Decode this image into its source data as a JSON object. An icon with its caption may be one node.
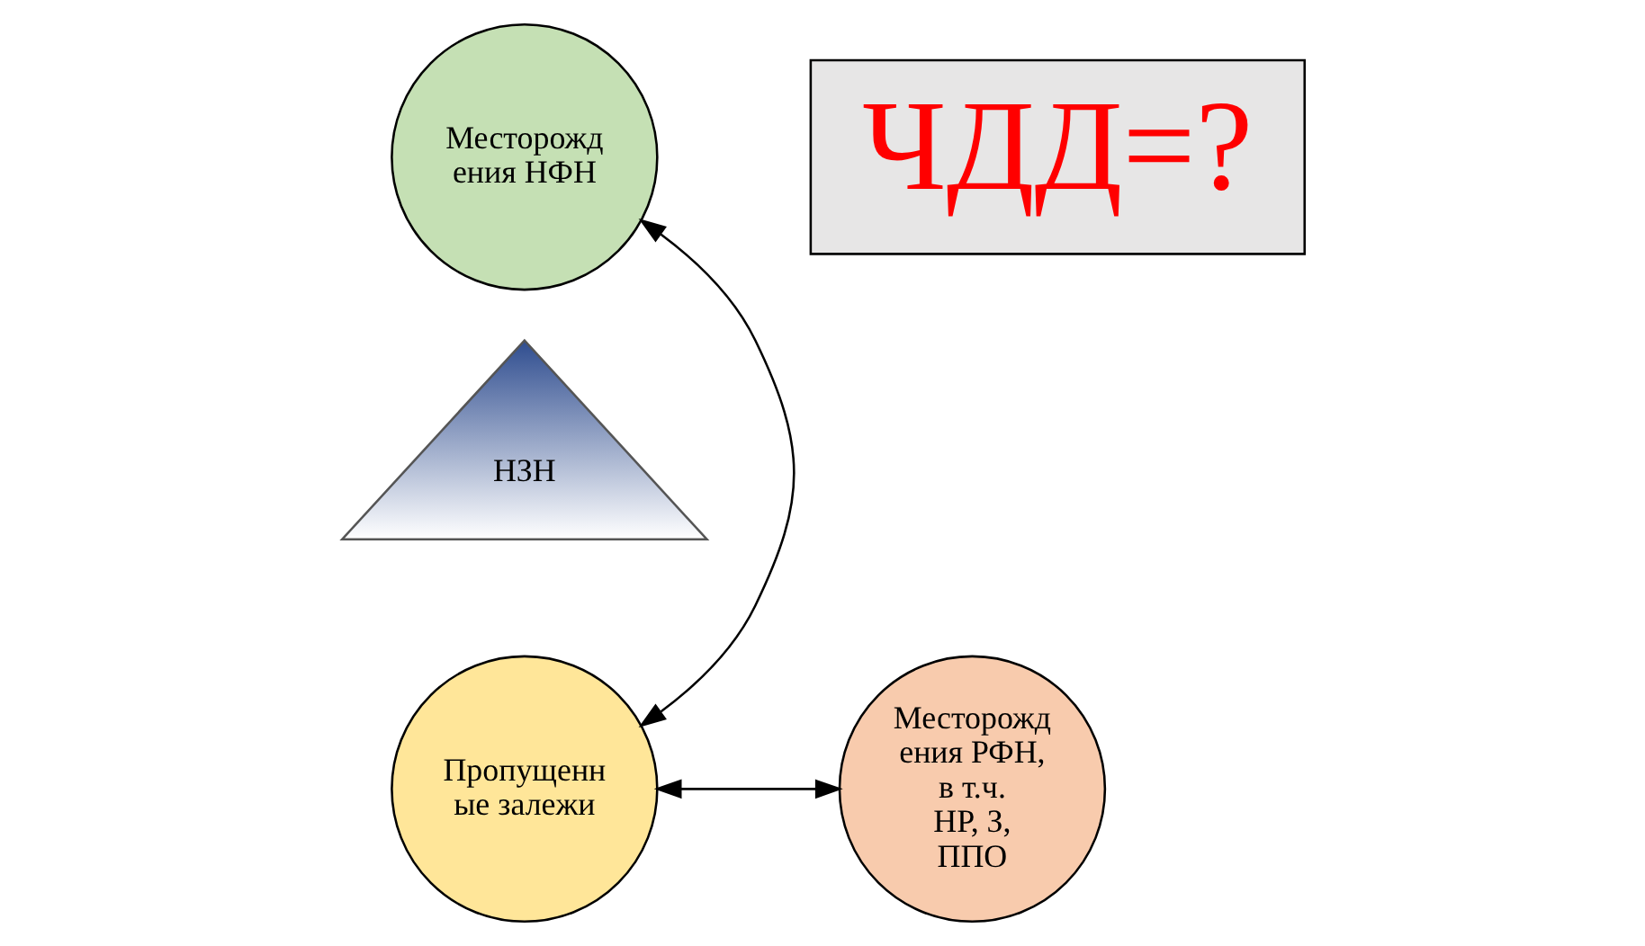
{
  "diagram": {
    "nodes": [
      {
        "text": [
          "Месторожд ения НФН"
        ]
      },
      {
        "text": [
          "ЧДД=?"
        ]
      },
      {
        "text": [
          "НЗН"
        ]
      },
      {
        "text": [
          "Пропущенн ые залежи"
        ]
      },
      {
        "text": [
          "Месторожд ения РФН, в т.ч. НР, З, ППО"
        ]
      }
    ],
    "edges": [
      {
        "from": 0,
        "to": 3,
        "arrow": "both"
      },
      {
        "from": 3,
        "to": 4,
        "arrow": "both"
      }
    ]
  }
}
